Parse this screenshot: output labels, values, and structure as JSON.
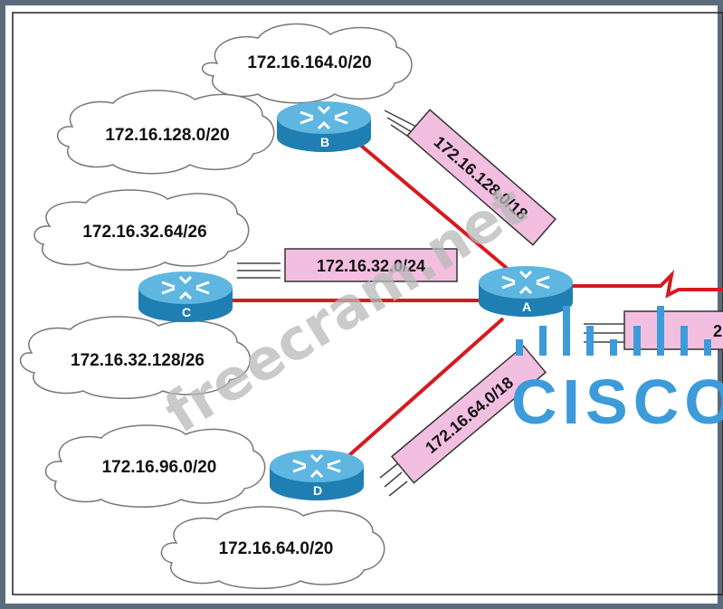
{
  "colors": {
    "link": "#d71920",
    "router_body": "#2a8fc3",
    "router_top": "#5fb6e0",
    "summary_box": "#f2bfe0",
    "watermark": "#b8b8b8",
    "logo": "#3d9bd9"
  },
  "routers": [
    {
      "id": "B",
      "letter": "B"
    },
    {
      "id": "C",
      "letter": "C"
    },
    {
      "id": "A",
      "letter": "A"
    },
    {
      "id": "D",
      "letter": "D"
    }
  ],
  "networks": {
    "b_upper": "172.16.164.0/20",
    "b_lower": "172.16.128.0/20",
    "c_upper": "172.16.32.64/26",
    "c_lower": "172.16.32.128/26",
    "d_upper": "172.16.96.0/20",
    "d_lower": "172.16.64.0/20"
  },
  "summaries": {
    "b_to_a": "172.16.128.0/18",
    "c_to_a": "172.16.32.0/24",
    "d_to_a": "172.16.64.0/18",
    "a_out": "2"
  },
  "watermark": {
    "text": "freecram.net"
  },
  "logo": {
    "icon": "cisco-bars-icon",
    "word": "CISCO"
  }
}
